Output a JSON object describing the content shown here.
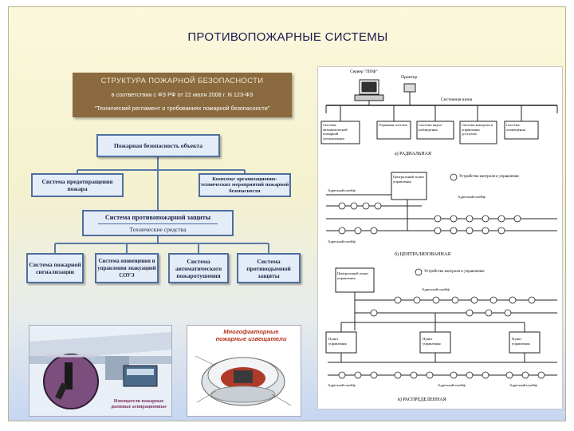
{
  "title": "ПРОТИВОПОЖАРНЫЕ СИСТЕМЫ",
  "banner": {
    "heading": "СТРУКТУРА ПОЖАРНОЙ БЕЗОПАСНОСТИ",
    "line1": "в соответствии с ФЗ РФ от 22 июля 2008 г. N 123-ФЗ",
    "line2": "\"Технический регламент о требованиях пожарной безопасности\""
  },
  "org": {
    "top": "Пожарная безопасность объекта",
    "left": "Система предотвращения пожара",
    "right": "Комплекс организационно-технических мероприятий пожарной безопасности",
    "mid_title": "Система противопожарной защиты",
    "mid_sub": "Технические средства",
    "bottom": [
      "Система пожарной сигнализации",
      "Система оповещения и управления эвакуацией СОУЭ",
      "Система автоматического пожаротушения",
      "Система противодымной защиты"
    ]
  },
  "photo1": {
    "caption": "Извещатели пожарные дымовые аспирационные"
  },
  "photo2": {
    "caption": "Многофакторные пожарные извещатели"
  },
  "schematic": {
    "pc_label": "Сервер \"ППФ\"",
    "printer_label": "Принтер",
    "bus_label": "Системная шина",
    "top_boxes": [
      "Система автоматической пожарной сигнализации",
      "Охранная система",
      "Система видео-наблюдения",
      "Система контроля и управления доступом",
      "Система оповещения"
    ],
    "section_a": "а) РАДИАЛЬНАЯ",
    "section_b": "б) ЦЕНТРАЛИЗОВАННАЯ",
    "section_c": "в) РАСПРЕДЕЛЕННАЯ",
    "device_a": "Устройство контроля и управления",
    "device_b": "Устройство контроля и управления:",
    "central_a": "Центральный пункт управления",
    "central_b": "Центральный пункт управления",
    "loop": "Адресный шлейф",
    "station": "Пункт управления"
  }
}
